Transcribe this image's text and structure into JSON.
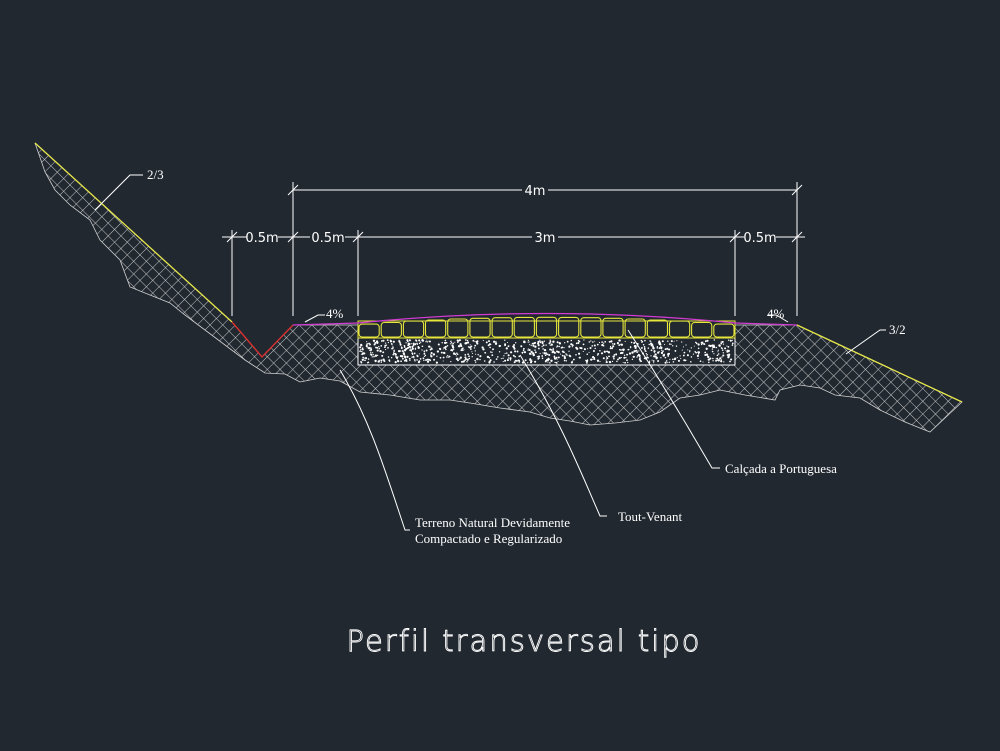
{
  "title": "Perfil  transversal  tipo",
  "dimensions": {
    "total_width": "4m",
    "ditch_width": "0.5m",
    "left_shoulder": "0.5m",
    "carriageway": "3m",
    "right_shoulder": "0.5m"
  },
  "slopes": {
    "left_cut": "2/3",
    "right_fill": "3/2",
    "left_crossfall": "4%",
    "right_crossfall": "4%"
  },
  "labels": {
    "pavement": "Calçada a Portuguesa",
    "subbase": "Tout-Venant",
    "subgrade_line1": "Terreno Natural Devidamente",
    "subgrade_line2": "Compactado e Regularizado"
  },
  "colors": {
    "background": "#212830",
    "line": "#ffffff",
    "slope": "#e6e64a",
    "crossfall": "#d23cd2",
    "ditch": "#d83030",
    "cobble": "#e6e63c"
  }
}
